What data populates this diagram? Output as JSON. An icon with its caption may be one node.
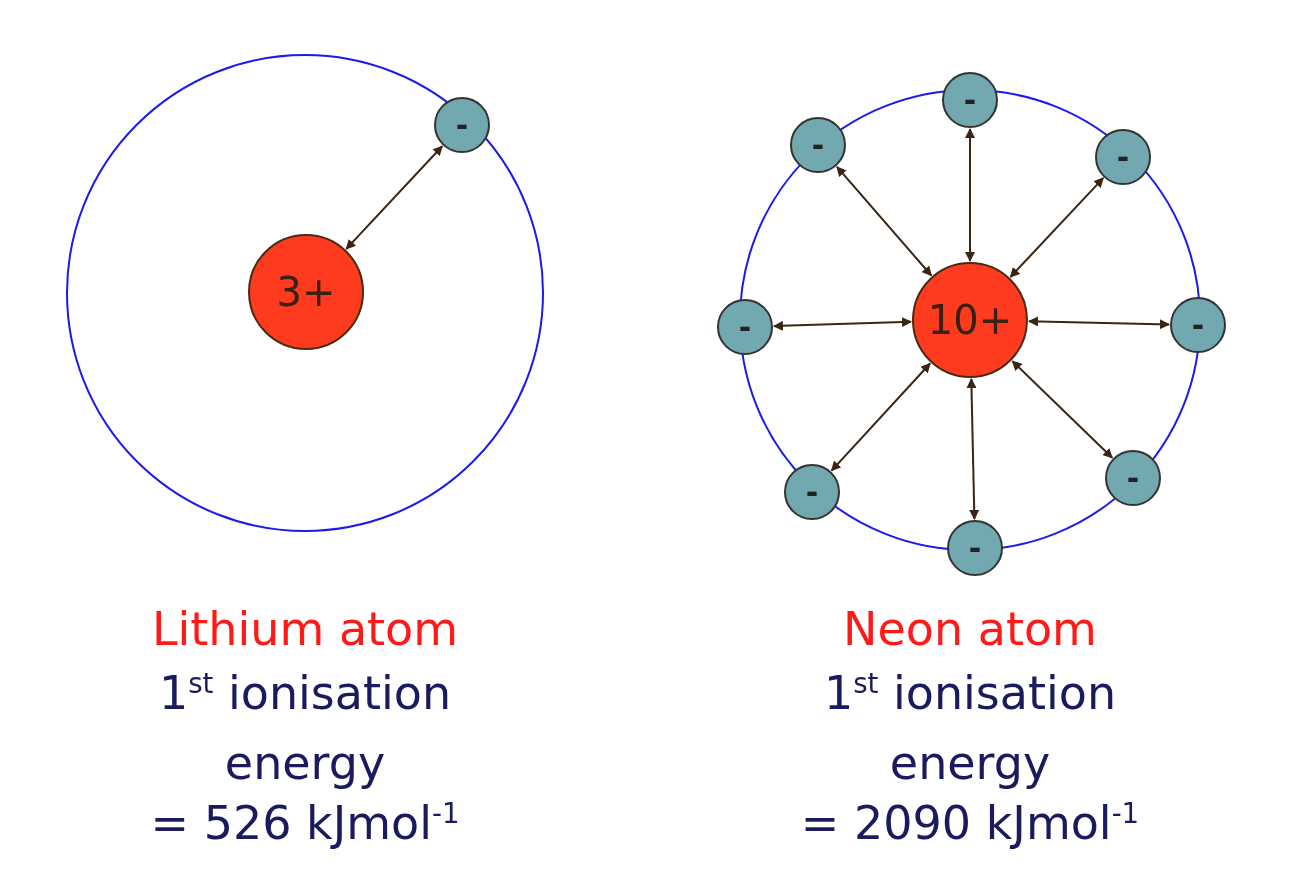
{
  "diagram": {
    "nodes": [
      {
        "text": [
          "3+"
        ]
      },
      {
        "text": [
          "-"
        ]
      },
      {
        "text": [
          "10+"
        ]
      },
      {
        "text": [
          "-"
        ]
      },
      {
        "text": [
          "-"
        ]
      },
      {
        "text": [
          "-"
        ]
      },
      {
        "text": [
          "-"
        ]
      },
      {
        "text": [
          "-"
        ]
      },
      {
        "text": [
          "-"
        ]
      },
      {
        "text": [
          "-"
        ]
      },
      {
        "text": [
          "-"
        ]
      }
    ],
    "edges": [
      {
        "from": 0,
        "to": 1,
        "arrow": "both"
      },
      {
        "from": 2,
        "to": 3,
        "arrow": "both"
      },
      {
        "from": 2,
        "to": 4,
        "arrow": "both"
      },
      {
        "from": 2,
        "to": 5,
        "arrow": "both"
      },
      {
        "from": 2,
        "to": 6,
        "arrow": "both"
      },
      {
        "from": 2,
        "to": 7,
        "arrow": "both"
      },
      {
        "from": 2,
        "to": 8,
        "arrow": "both"
      },
      {
        "from": 2,
        "to": 9,
        "arrow": "both"
      },
      {
        "from": 2,
        "to": 10,
        "arrow": "both"
      }
    ],
    "labels": [
      "Lithium atom",
      "1$^{st}$ ionisation",
      "energy",
      "= 526 kJmol$^{-1}$",
      "Neon atom",
      "1$^{st}$ ionisation",
      "energy",
      "= 2090 kJmol$^{-1}$"
    ]
  }
}
